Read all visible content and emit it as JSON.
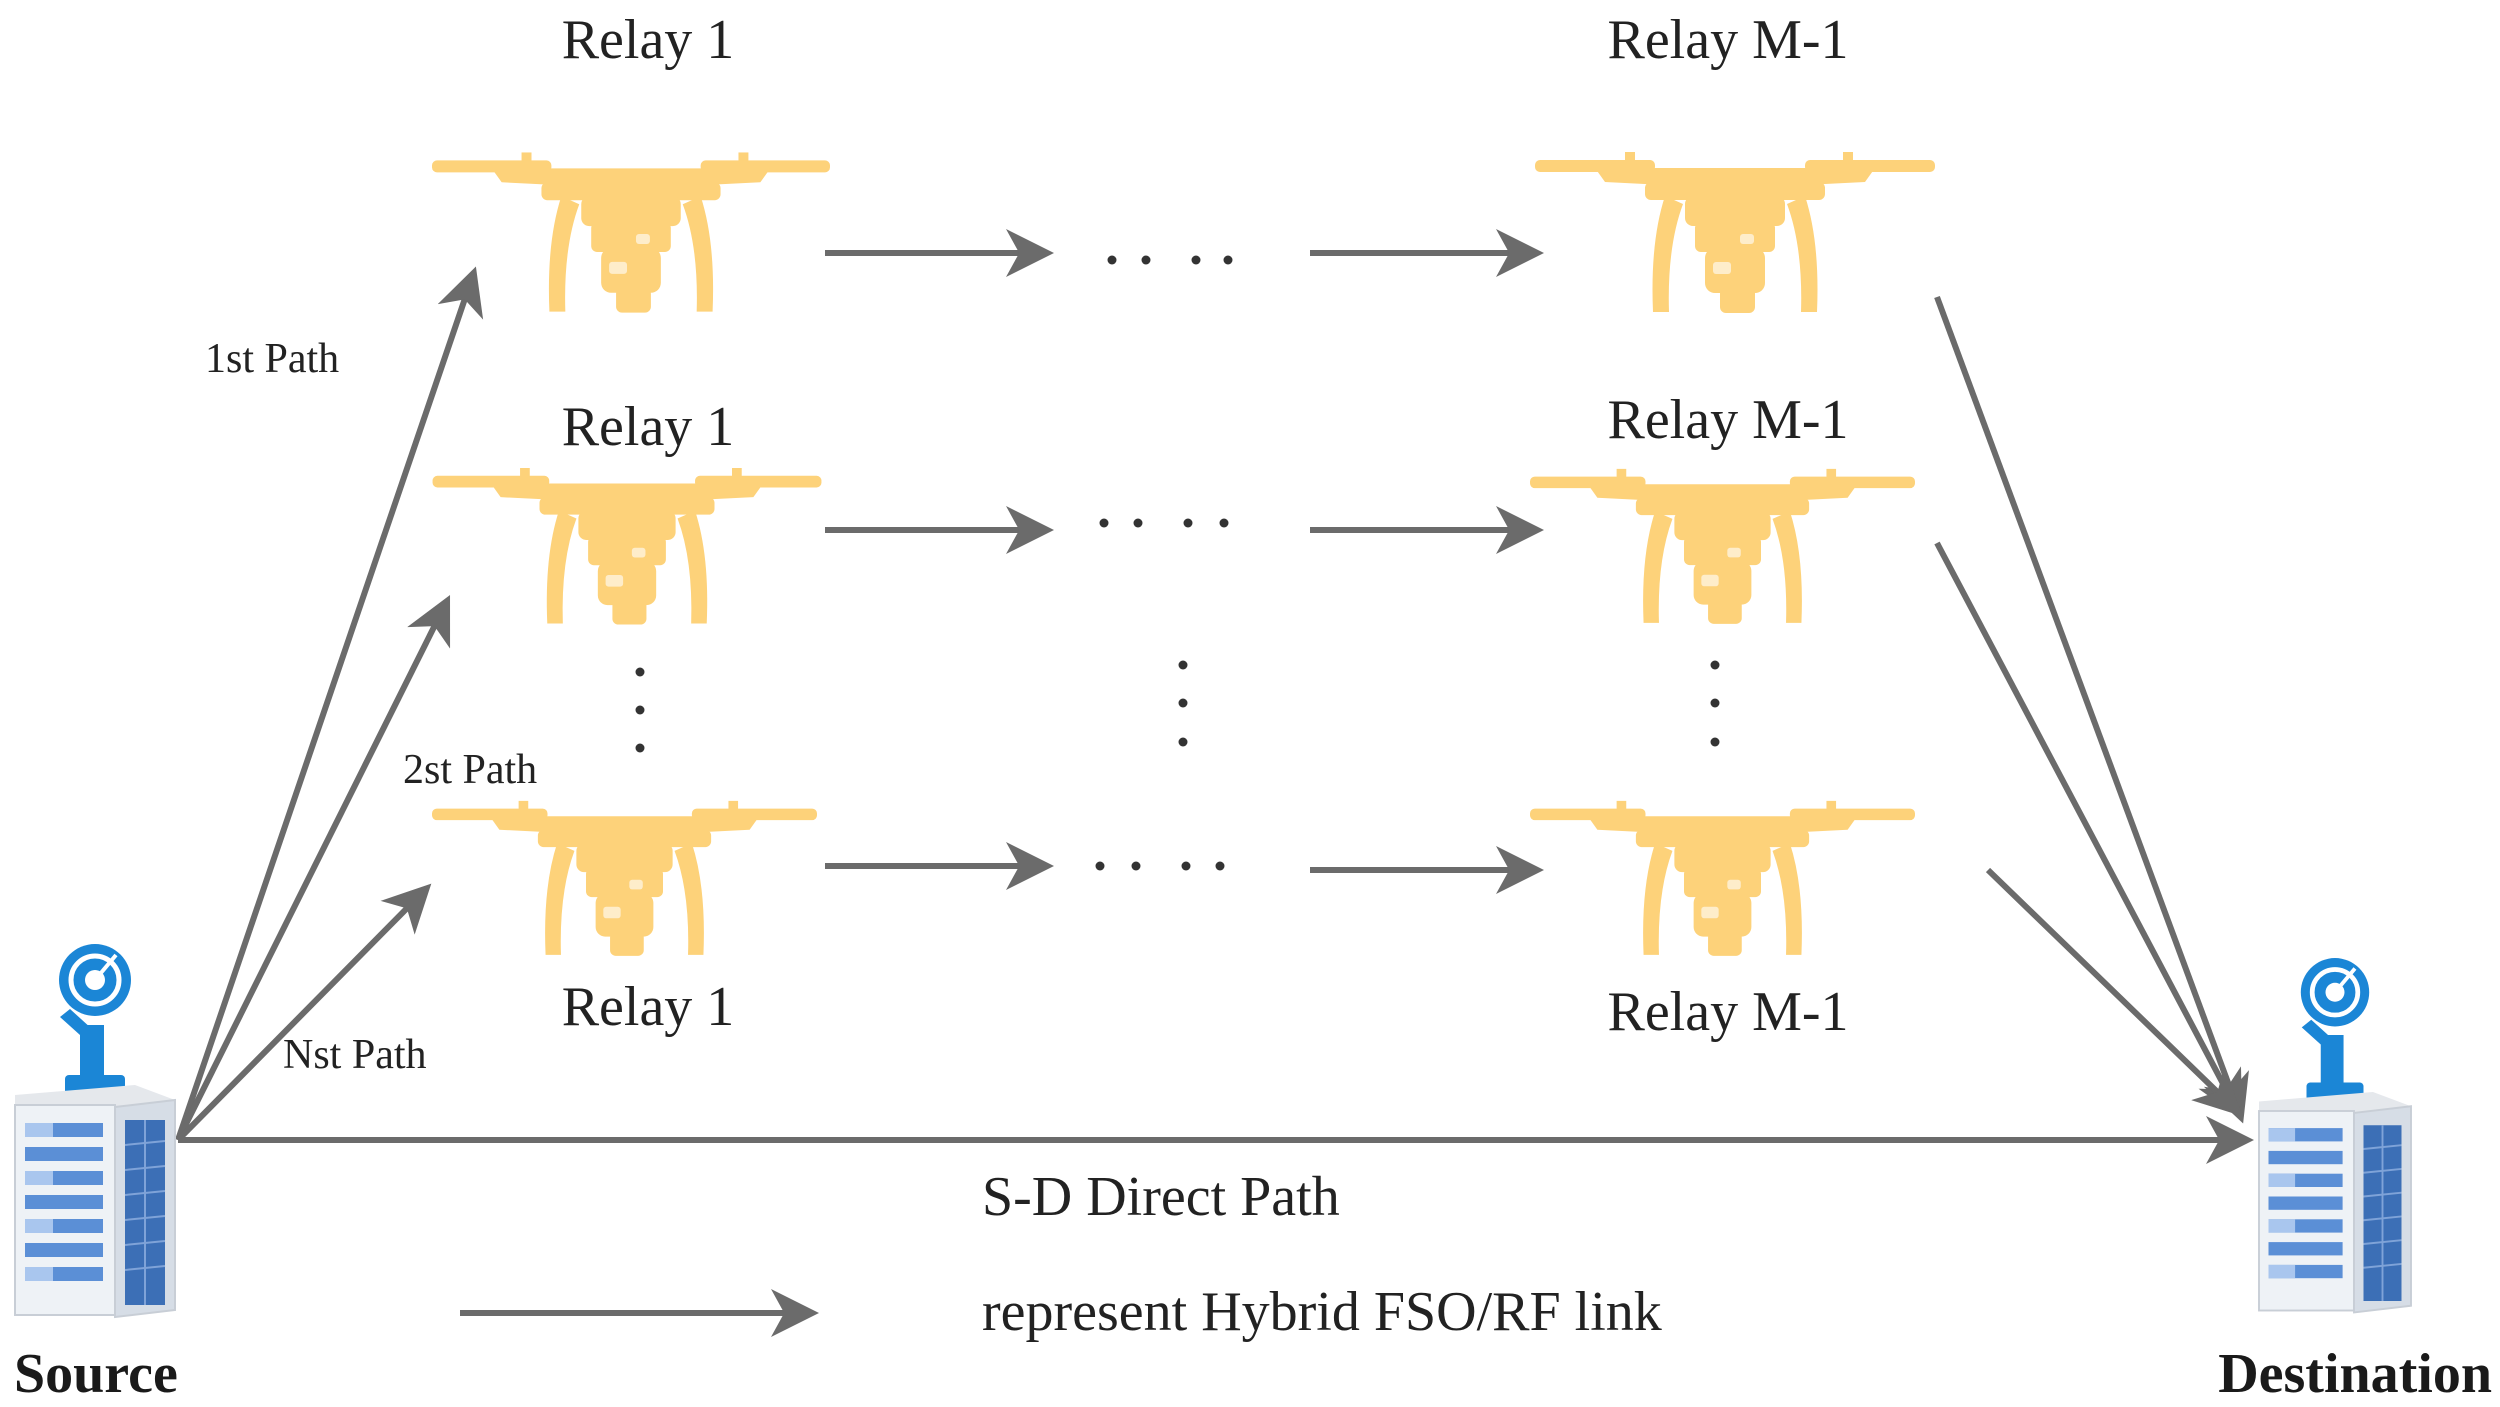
{
  "colors": {
    "arrow": "#6b6b6b",
    "drone": "#fdd27a",
    "building_face": "#eef2f6",
    "building_window": "#5b8fd6",
    "dish": "#1b86d6"
  },
  "relays": {
    "row1": {
      "first": "Relay 1",
      "last": "Relay M-1"
    },
    "row2": {
      "first": "Relay 1",
      "last": "Relay M-1"
    },
    "row3": {
      "first": "Relay 1",
      "last": "Relay M-1"
    }
  },
  "paths": {
    "first": "1st Path",
    "second": "2st Path",
    "nth": "Nst Path",
    "direct": "S-D Direct Path"
  },
  "legend": {
    "text": "represent Hybrid FSO/RF link"
  },
  "nodes": {
    "source": "Source",
    "destination": "Destination"
  },
  "icons": [
    "drone-icon",
    "building-icon",
    "satellite-dish-icon",
    "arrow-icon"
  ]
}
